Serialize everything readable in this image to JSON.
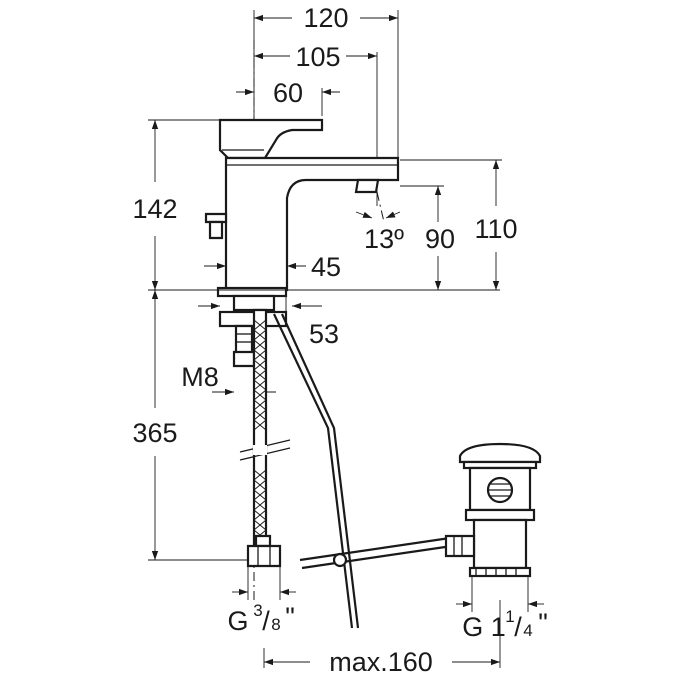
{
  "dimensions": {
    "width_total": "120",
    "width_spout": "105",
    "width_handle": "60",
    "height_body": "142",
    "spout_angle": "13º",
    "height_outlet": "90",
    "height_spout": "110",
    "body_width": "45",
    "base_width": "53",
    "thread_bolt": "M8",
    "hose_length": "365",
    "hose_thread_main": "G",
    "hose_thread_fraction_top": "3",
    "hose_thread_fraction_bottom": "8",
    "hose_thread_unit": "\"",
    "waste_thread_main": "G 1",
    "waste_thread_fraction_top": "1",
    "waste_thread_fraction_bottom": "4",
    "waste_thread_unit": "\"",
    "rod_max": "max.160"
  }
}
